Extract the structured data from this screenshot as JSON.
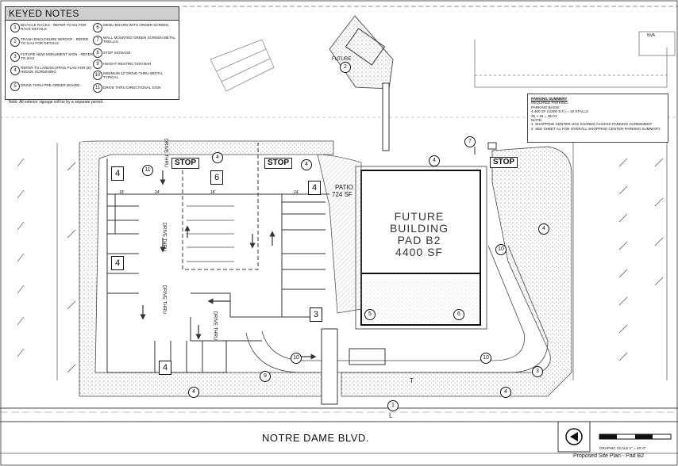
{
  "keyed_notes": {
    "title": "KEYED NOTES",
    "items": [
      {
        "num": "1",
        "text": "BICYCLE RACKS - REFER TO M1 FOR RACK DETAILS"
      },
      {
        "num": "2",
        "text": "TRASH ENCLOSURE W/ROOF - REFER TO 1/A3 FOR DETAILS"
      },
      {
        "num": "3",
        "text": "FUTURE NEW MONUMENT SIGN - REFER TO 2/A3"
      },
      {
        "num": "4",
        "text": "REFER TO LANDSCAPING PLAN FOR (E) HEDGE SCREENING"
      },
      {
        "num": "5",
        "text": "DRIVE THRU PRE-ORDER BOARD"
      },
      {
        "num": "6",
        "text": "MENU BOARD WITH ORDER SCREEN"
      },
      {
        "num": "7",
        "text": "WALL MOUNTED GREEN SCREEN METAL TRELLIS"
      },
      {
        "num": "8",
        "text": "STOP SIGNAGE"
      },
      {
        "num": "9",
        "text": "HEIGHT RESTRICTION BAR"
      },
      {
        "num": "10",
        "text": "MINIMUM 12' DRIVE-THRU WIDTH, TYPICAL"
      },
      {
        "num": "11",
        "text": "DRIVE THRU DIRECTIONAL SIGN"
      }
    ],
    "footnote": "Note: All exterior signage will be by a separate permit."
  },
  "parking_summary": {
    "title": "PARKING SUMMERY",
    "lines": [
      "REQUIRED PARKING:",
      "PARKING BASIS:",
      "4,400 SF (1/300 S.F.) = 15 STALLS",
      "25 > 15 = OKAY",
      "NOTE:",
      "1. SHOPPING CENTER HAS SHARED ACCESS PARKING AGREEMENT",
      "2. SEE SHEET A1 FOR OVERALL SHOPPING CENTER PARKING SUMMARY."
    ]
  },
  "building": {
    "lines": [
      "FUTURE",
      "BUILDING",
      "PAD B2",
      "4400 SF"
    ],
    "patio_label": "PATIO",
    "patio_area": "724 SF"
  },
  "signs": {
    "stop1": "STOP",
    "stop2": "STOP",
    "stop3": "STOP"
  },
  "street": "NOTRE DAME BLVD.",
  "sheet_title": "Proposed Site Plan - Pad B2",
  "scale_label": "GRAPHIC SCALE  1\" = 40'-0\"",
  "dims": {
    "d1": "18'",
    "d2": "24'",
    "d3": "18'",
    "d4": "24'"
  },
  "labels": {
    "drive_thru": "DRIVE THRU",
    "future": "FUTURE",
    "t": "T",
    "l": "L",
    "nva": "NVA"
  },
  "stall_counts": [
    "4",
    "6",
    "4",
    "4",
    "4",
    "3"
  ]
}
